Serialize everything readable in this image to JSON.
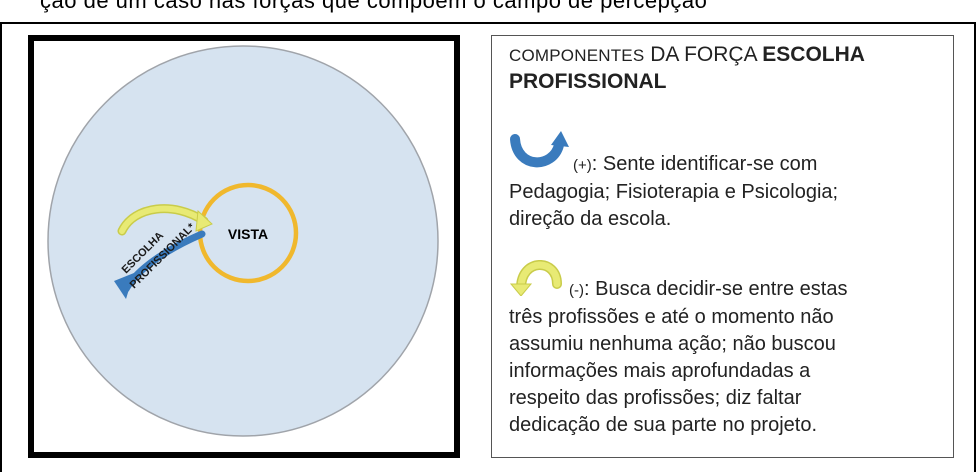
{
  "top_strip": {
    "text": "ção de um caso nas forças que compõem o campo de percepção"
  },
  "diagram": {
    "center_label": "VISTA",
    "force_label_line1": "ESCOLHA",
    "force_label_line2": "PROFISSIONAL*",
    "colors": {
      "field_fill": "#d6e3f0",
      "field_stroke": "#a0a4aa",
      "vista_ring": "#f0b82d",
      "arrow_blue": "#3a7bbd",
      "arrow_yellow": "#e8ea74"
    }
  },
  "components": {
    "heading_part1": "COMPONENTES",
    "heading_part2": "DA FORÇA",
    "heading_part3": "ESCOLHA",
    "heading_part4": "PROFISSIONAL",
    "positive": {
      "sign": "(+)",
      "icon": "blue-curved-arrow-icon",
      "text_part1": ": Sente identificar-se com",
      "text_part2": "Pedagogia; Fisioterapia e Psicologia;",
      "text_part3": "direção da escola."
    },
    "negative": {
      "sign": "(-)",
      "icon": "yellow-curved-arrow-icon",
      "text_part1": ": Busca decidir-se entre estas",
      "text_part2": "três profissões e até o momento não",
      "text_part3": "assumiu nenhuma ação; não buscou",
      "text_part4": "informações mais aprofundadas a",
      "text_part5": "respeito das profissões; diz faltar",
      "text_part6": "dedicação de sua parte no projeto."
    }
  }
}
